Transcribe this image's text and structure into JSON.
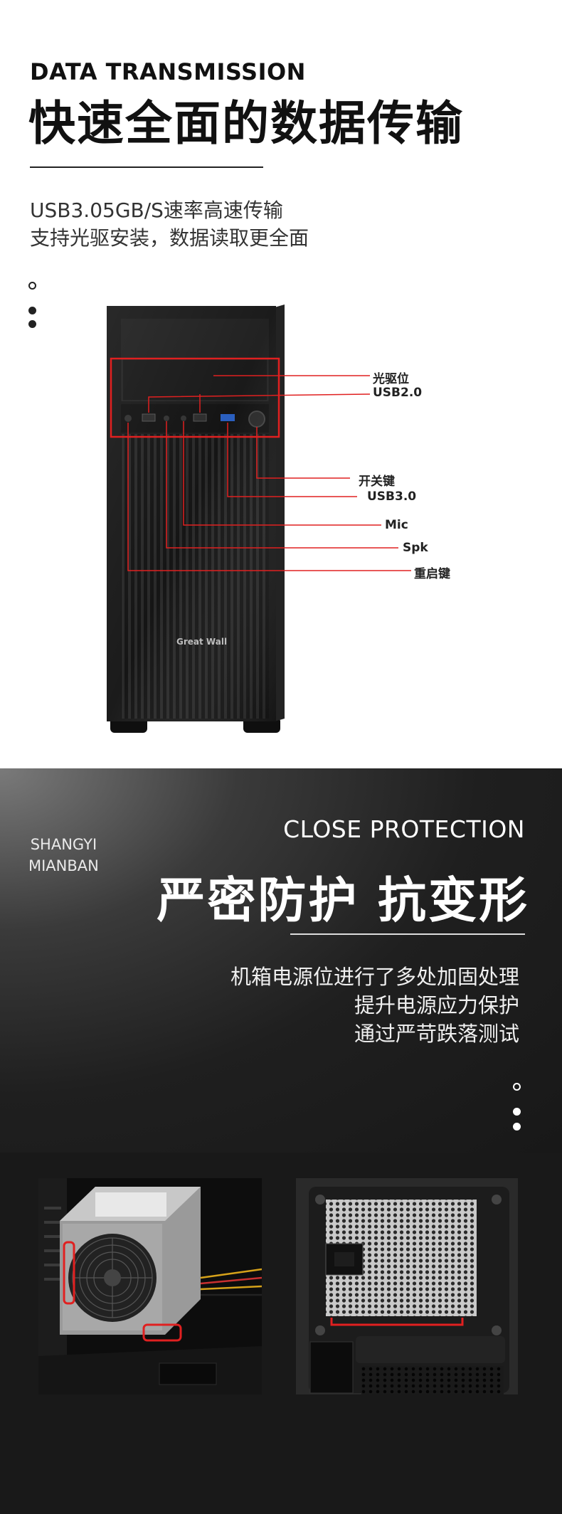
{
  "section1": {
    "heading_en": "DATA TRANSMISSION",
    "heading_cn": "快速全面的数据传输",
    "desc_line1": "USB3.05GB/S速率高速传输",
    "desc_line2": "支持光驱安装，数据读取更全面",
    "brand_mark": "Great Wall",
    "callouts": {
      "optical": "光驱位",
      "usb2": "USB2.0",
      "power": "开关键",
      "usb3": "USB3.0",
      "mic": "Mic",
      "spk": "Spk",
      "reset": "重启键"
    },
    "accent_color": "#e02020"
  },
  "section2": {
    "side_line1": "SHANGYI",
    "side_line2": "MIANBAN",
    "heading_en": "CLOSE PROTECTION",
    "heading_cn": "严密防护 抗变形",
    "desc_line1": "机箱电源位进行了多处加固处理",
    "desc_line2": "提升电源应力保护",
    "desc_line3": "通过严苛跌落测试"
  },
  "section3": {
    "left_photo_icon": "power-supply-interior-photo",
    "right_photo_icon": "power-supply-rear-photo"
  }
}
